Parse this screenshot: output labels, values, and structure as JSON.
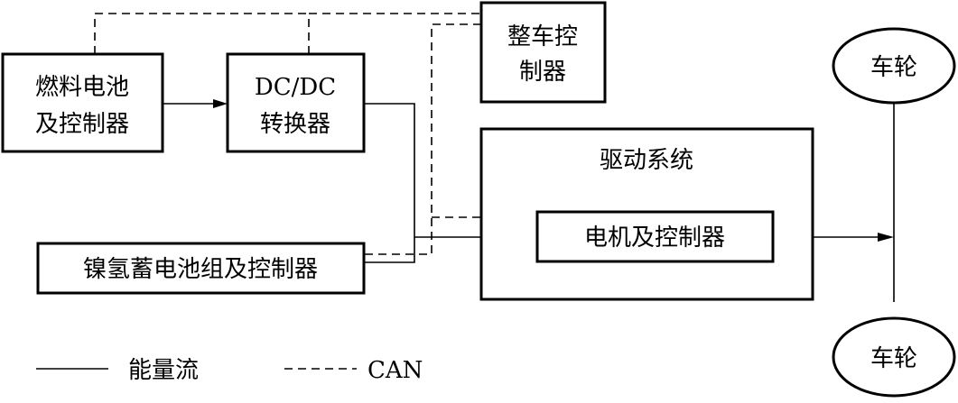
{
  "nodes": {
    "fuel_cell": {
      "lines": [
        "燃料电池",
        "及控制器"
      ]
    },
    "dcdc": {
      "lines": [
        "DC/DC",
        "转换器"
      ]
    },
    "vehicle_controller": {
      "lines": [
        "整车控",
        "制器"
      ]
    },
    "battery": {
      "label": "镍氢蓄电池组及控制器"
    },
    "drive_system": {
      "label": "驱动系统"
    },
    "motor": {
      "label": "电机及控制器"
    },
    "wheel_top": {
      "label": "车轮"
    },
    "wheel_bottom": {
      "label": "车轮"
    }
  },
  "legend": {
    "energy_flow": "能量流",
    "can": "CAN"
  }
}
